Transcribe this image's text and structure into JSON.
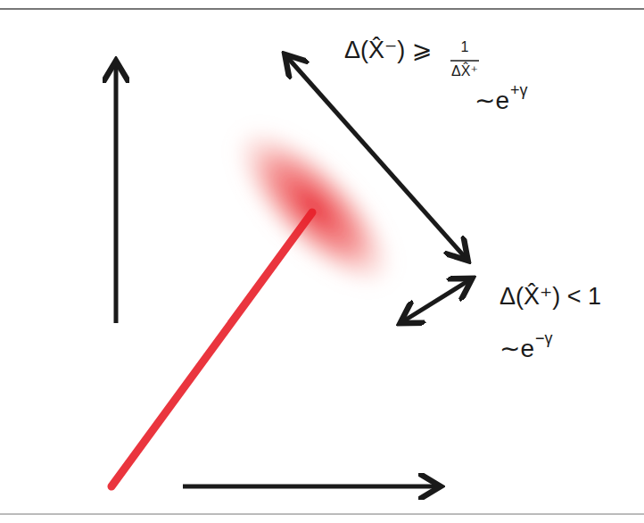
{
  "diagram": {
    "labels": [
      "Δ(X̂⁻) ⩾",
      "1",
      "ΔX̂⁺",
      "∼e",
      "+γ",
      "Δ(X̂⁺) < 1",
      "∼e",
      "−γ"
    ]
  }
}
